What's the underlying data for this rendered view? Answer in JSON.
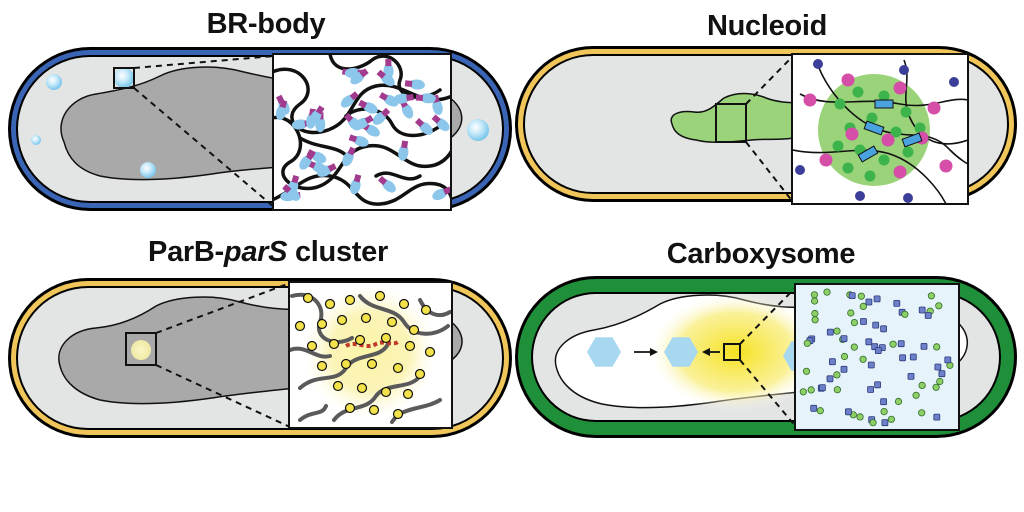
{
  "panels": {
    "br_body": {
      "title": "BR-body",
      "envelope_color": "#3a64b4"
    },
    "nucleoid": {
      "title": "Nucleoid",
      "envelope_color": "#f0c65a"
    },
    "parb_pars": {
      "title_prefix": "ParB-",
      "title_italic": "parS",
      "title_suffix": " cluster",
      "envelope_color": "#f0c65a"
    },
    "carboxysome": {
      "title": "Carboxysome",
      "envelope_color": "#1f8f3a"
    }
  },
  "colors": {
    "cytoplasm": "#e3e4e4",
    "outline": "#111111",
    "condensate_gray": "#a9a9a9",
    "droplet_blue": "#8fd0f0",
    "rna_magenta": "#a23a8e",
    "protein_blue": "#8cc6ea",
    "nucleoid_green": "#9bd37a",
    "protein_green": "#3cb44b",
    "protein_pink": "#d54ea8",
    "protein_navy": "#3b3f99",
    "parb_yellow": "#f3e24a",
    "pars_red": "#c0392b",
    "carboxysome_hex": "#a8d8f0",
    "carboxysome_glow": "#f5e63a",
    "rubisco_green": "#8ecf66",
    "ccmm_blue": "#6c7fc8"
  }
}
